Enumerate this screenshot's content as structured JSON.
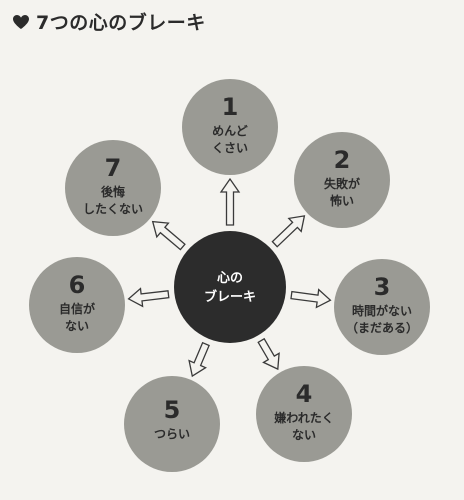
{
  "title": "7つの心のブレーキ",
  "icon": "heart-icon",
  "colors": {
    "node_fill": "#9a9a94",
    "center_fill": "#2c2c2c",
    "arrow_stroke": "#3a3a3a",
    "background": "#f4f3ef"
  },
  "center": {
    "lines": [
      "心の",
      "ブレーキ"
    ]
  },
  "nodes": [
    {
      "number": "1",
      "lines": [
        "めんど",
        "くさい"
      ]
    },
    {
      "number": "2",
      "lines": [
        "失敗が",
        "怖い"
      ]
    },
    {
      "number": "3",
      "lines": [
        "時間がない",
        "（まだある）"
      ]
    },
    {
      "number": "4",
      "lines": [
        "嫌われたく",
        "ない"
      ]
    },
    {
      "number": "5",
      "lines": [
        "つらい"
      ]
    },
    {
      "number": "6",
      "lines": [
        "自信が",
        "ない"
      ]
    },
    {
      "number": "7",
      "lines": [
        "後悔",
        "したくない"
      ]
    }
  ]
}
